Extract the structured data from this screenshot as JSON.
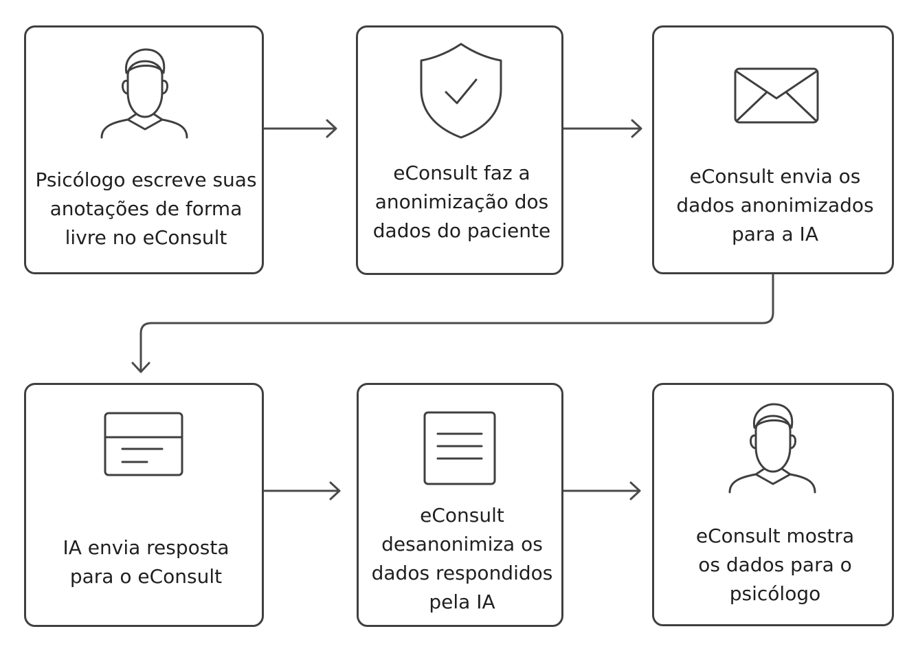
{
  "steps": [
    {
      "icon": "person-icon",
      "lines": [
        "Psicólogo escreve suas",
        "anotações de forma",
        "livre no eConsult"
      ]
    },
    {
      "icon": "shield-check-icon",
      "lines": [
        "eConsult faz a",
        "anonimização dos",
        "dados do paciente"
      ]
    },
    {
      "icon": "envelope-icon",
      "lines": [
        "eConsult envia os",
        "dados anonimizados",
        "para a IA"
      ]
    },
    {
      "icon": "document-response-icon",
      "lines": [
        "IA envia resposta",
        "para o eConsult"
      ]
    },
    {
      "icon": "document-lines-icon",
      "lines": [
        "eConsult",
        "desanonimiza os",
        "dados respondidos",
        "pela IA"
      ]
    },
    {
      "icon": "person-icon",
      "lines": [
        "eConsult mostra",
        "os dados para o",
        "psicólogo"
      ]
    }
  ],
  "colors": {
    "stroke": "#3f3f3f",
    "text": "#1f1f1f",
    "background": "#ffffff"
  }
}
